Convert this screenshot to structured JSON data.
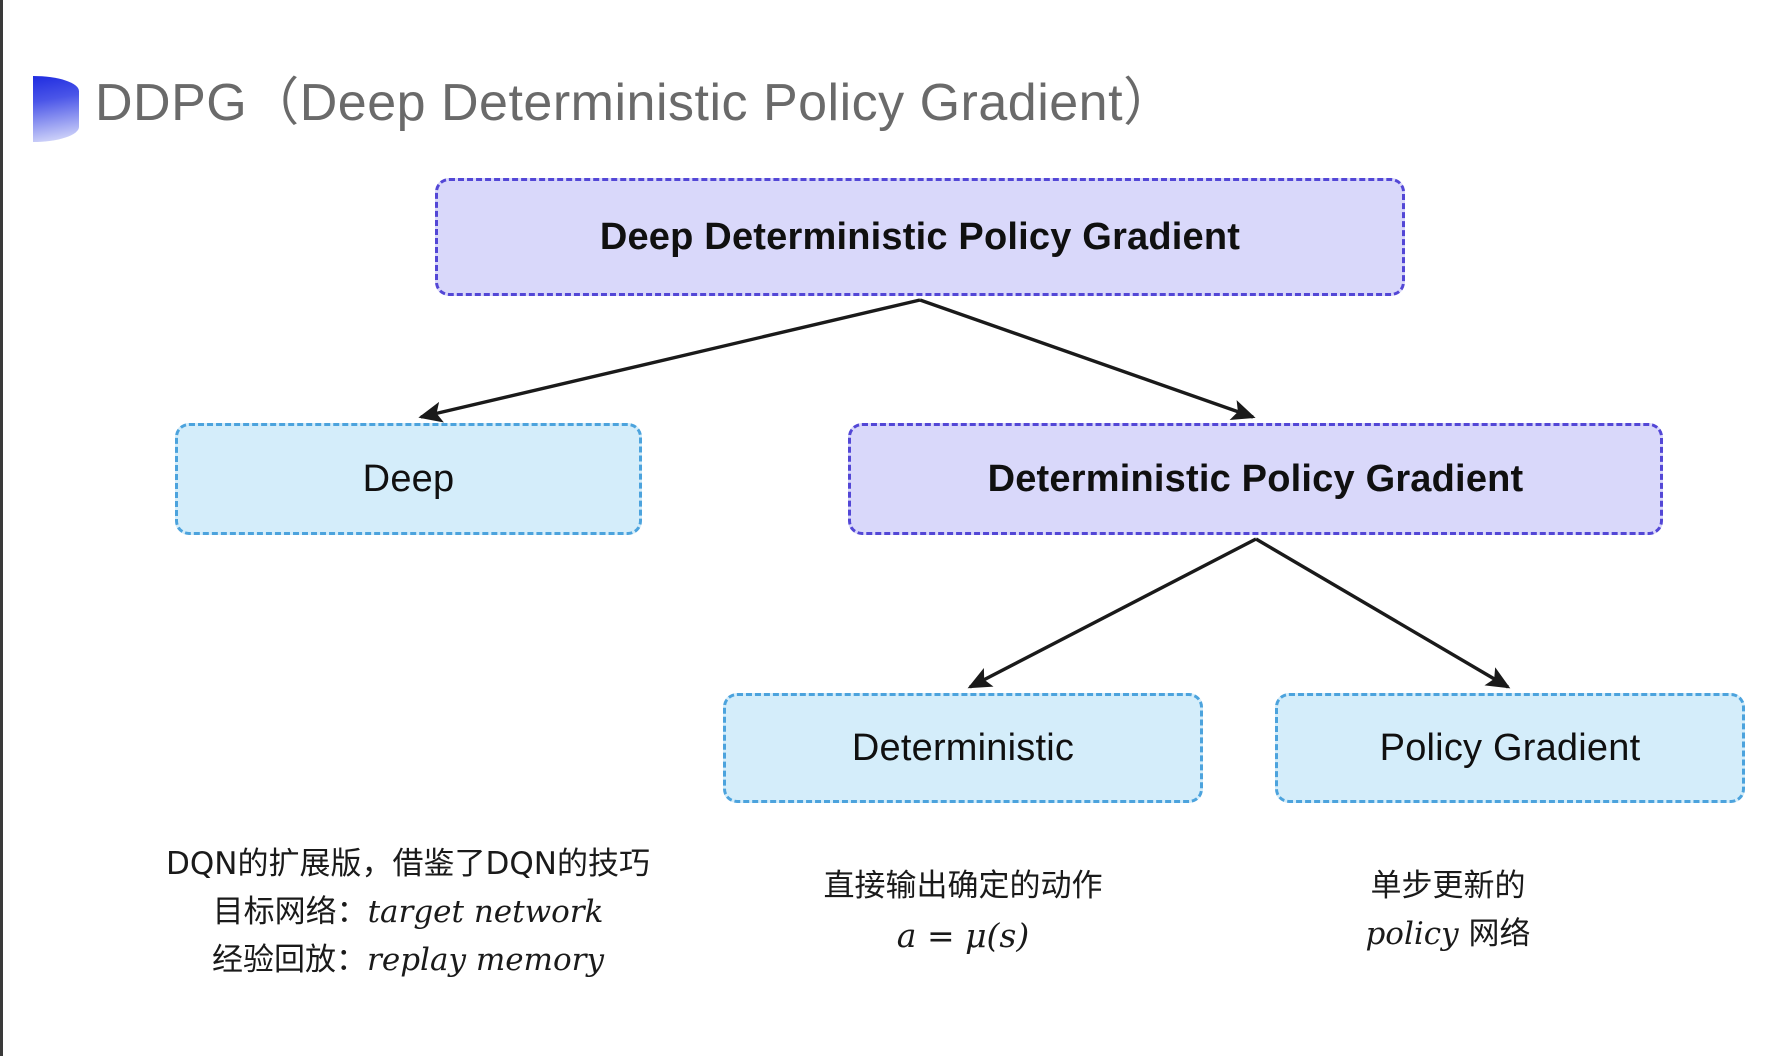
{
  "slide": {
    "title": "DDPG（Deep Deterministic Policy Gradient）",
    "bullet_icon": "half-circle-gradient-icon",
    "background_color": "#ffffff",
    "title_color": "#6a6a6a"
  },
  "colors": {
    "primary_fill": "#d9d8fa",
    "primary_border": "#5347d6",
    "secondary_fill": "#d4edfa",
    "secondary_border": "#4ca3dd",
    "arrow": "#1a1a1a",
    "text": "#101010"
  },
  "diagram": {
    "type": "tree",
    "nodes": [
      {
        "id": "root",
        "label": "Deep Deterministic Policy Gradient",
        "style": "primary",
        "level": 0
      },
      {
        "id": "deep",
        "label": "Deep",
        "style": "secondary",
        "level": 1
      },
      {
        "id": "dpg",
        "label": "Deterministic Policy Gradient",
        "style": "primary",
        "level": 1
      },
      {
        "id": "det",
        "label": "Deterministic",
        "style": "secondary",
        "level": 2
      },
      {
        "id": "pg",
        "label": "Policy Gradient",
        "style": "secondary",
        "level": 2
      }
    ],
    "edges": [
      {
        "from": "root",
        "to": "deep"
      },
      {
        "from": "root",
        "to": "dpg"
      },
      {
        "from": "dpg",
        "to": "det"
      },
      {
        "from": "dpg",
        "to": "pg"
      }
    ]
  },
  "captions": {
    "deep": {
      "line1": "DQN的扩展版，借鉴了DQN的技巧",
      "line2_label": "目标网络：",
      "line2_value": "target network",
      "line3_label": "经验回放：",
      "line3_value": "replay memory"
    },
    "deterministic": {
      "line1": "直接输出确定的动作",
      "formula": "a = μ(s)"
    },
    "policy_gradient": {
      "line1": "单步更新的",
      "line2_value": "policy",
      "line2_suffix": " 网络"
    }
  }
}
